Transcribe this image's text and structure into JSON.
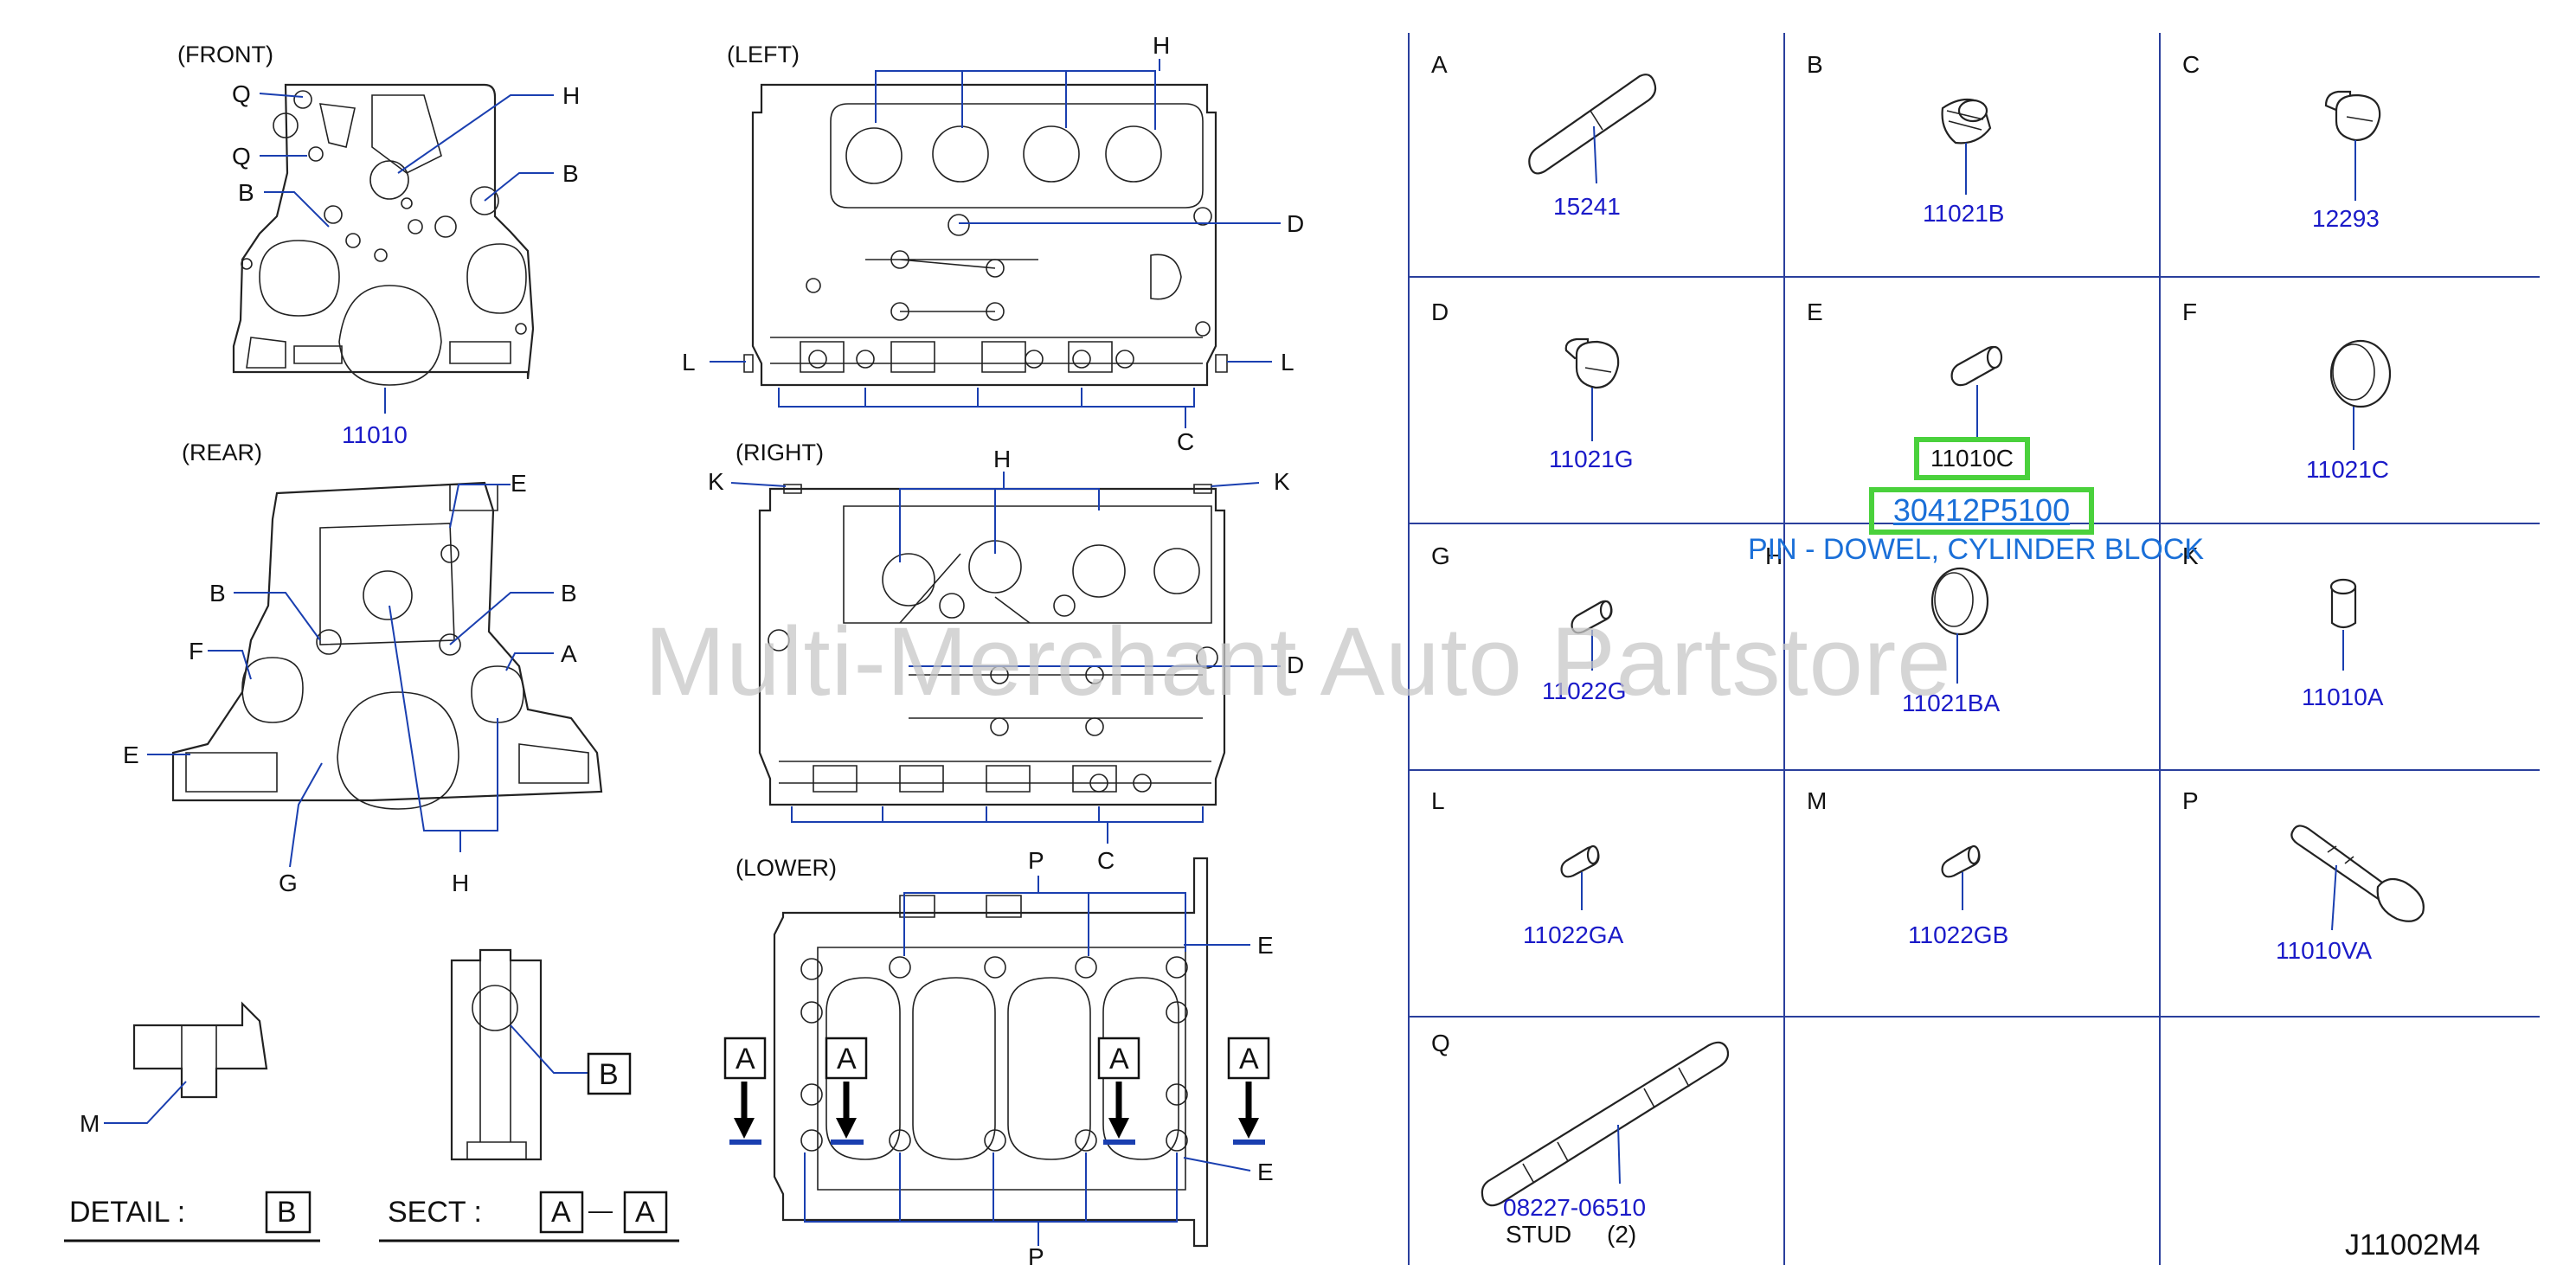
{
  "views": {
    "front": "(FRONT)",
    "rear": "(REAR)",
    "left": "(LEFT)",
    "right": "(RIGHT)",
    "lower": "(LOWER)"
  },
  "front_labels": {
    "q1": "Q",
    "q2": "Q",
    "h": "H",
    "b_right": "B",
    "b_left": "B",
    "pn": "11010"
  },
  "rear_labels": {
    "e_top": "E",
    "b_left": "B",
    "b_right": "B",
    "a": "A",
    "f": "F",
    "e_left": "E",
    "g": "G",
    "h": "H"
  },
  "left_labels": {
    "h": "H",
    "d": "D",
    "l_left": "L",
    "l_right": "L",
    "c": "C"
  },
  "right_labels": {
    "k_left": "K",
    "h": "H",
    "k_right": "K",
    "d": "D",
    "c": "C"
  },
  "lower_labels": {
    "p_top": "P",
    "e_top": "E",
    "e_bottom": "E",
    "p_bottom": "P",
    "a1": "A",
    "a2": "A",
    "a3": "A",
    "a4": "A"
  },
  "detail": {
    "m": "M",
    "detail_text": "DETAIL  :",
    "detail_box": "B",
    "sect_text": "SECT  :",
    "sect_a1": "A",
    "dash": "—",
    "sect_a2": "A",
    "b_callout": "B"
  },
  "parts_grid": [
    {
      "letter": "A",
      "code": "15241"
    },
    {
      "letter": "B",
      "code": "11021B"
    },
    {
      "letter": "C",
      "code": "12293"
    },
    {
      "letter": "D",
      "code": "11021G"
    },
    {
      "letter": "E",
      "code": "11010C"
    },
    {
      "letter": "F",
      "code": "11021C"
    },
    {
      "letter": "G",
      "code": "11022G"
    },
    {
      "letter": "H",
      "code": "11021BA"
    },
    {
      "letter": "K",
      "code": "11010A"
    },
    {
      "letter": "L",
      "code": "11022GA"
    },
    {
      "letter": "M",
      "code": "11022GB"
    },
    {
      "letter": "P",
      "code": "11010VA"
    },
    {
      "letter": "Q",
      "code": "08227-06510",
      "note": "STUD",
      "qty": "(2)"
    }
  ],
  "highlight": {
    "part_number": "30412P5100",
    "description": "PIN - DOWEL, CYLINDER BLOCK"
  },
  "watermark": "Multi-Merchant Auto Partstore",
  "diagram_code": "J11002M4",
  "colors": {
    "part_number_blue": "#1a1ac8",
    "highlight_green": "#4ad13c",
    "link_blue": "#1a6fd8",
    "grid_navy": "#2a3f9c"
  }
}
